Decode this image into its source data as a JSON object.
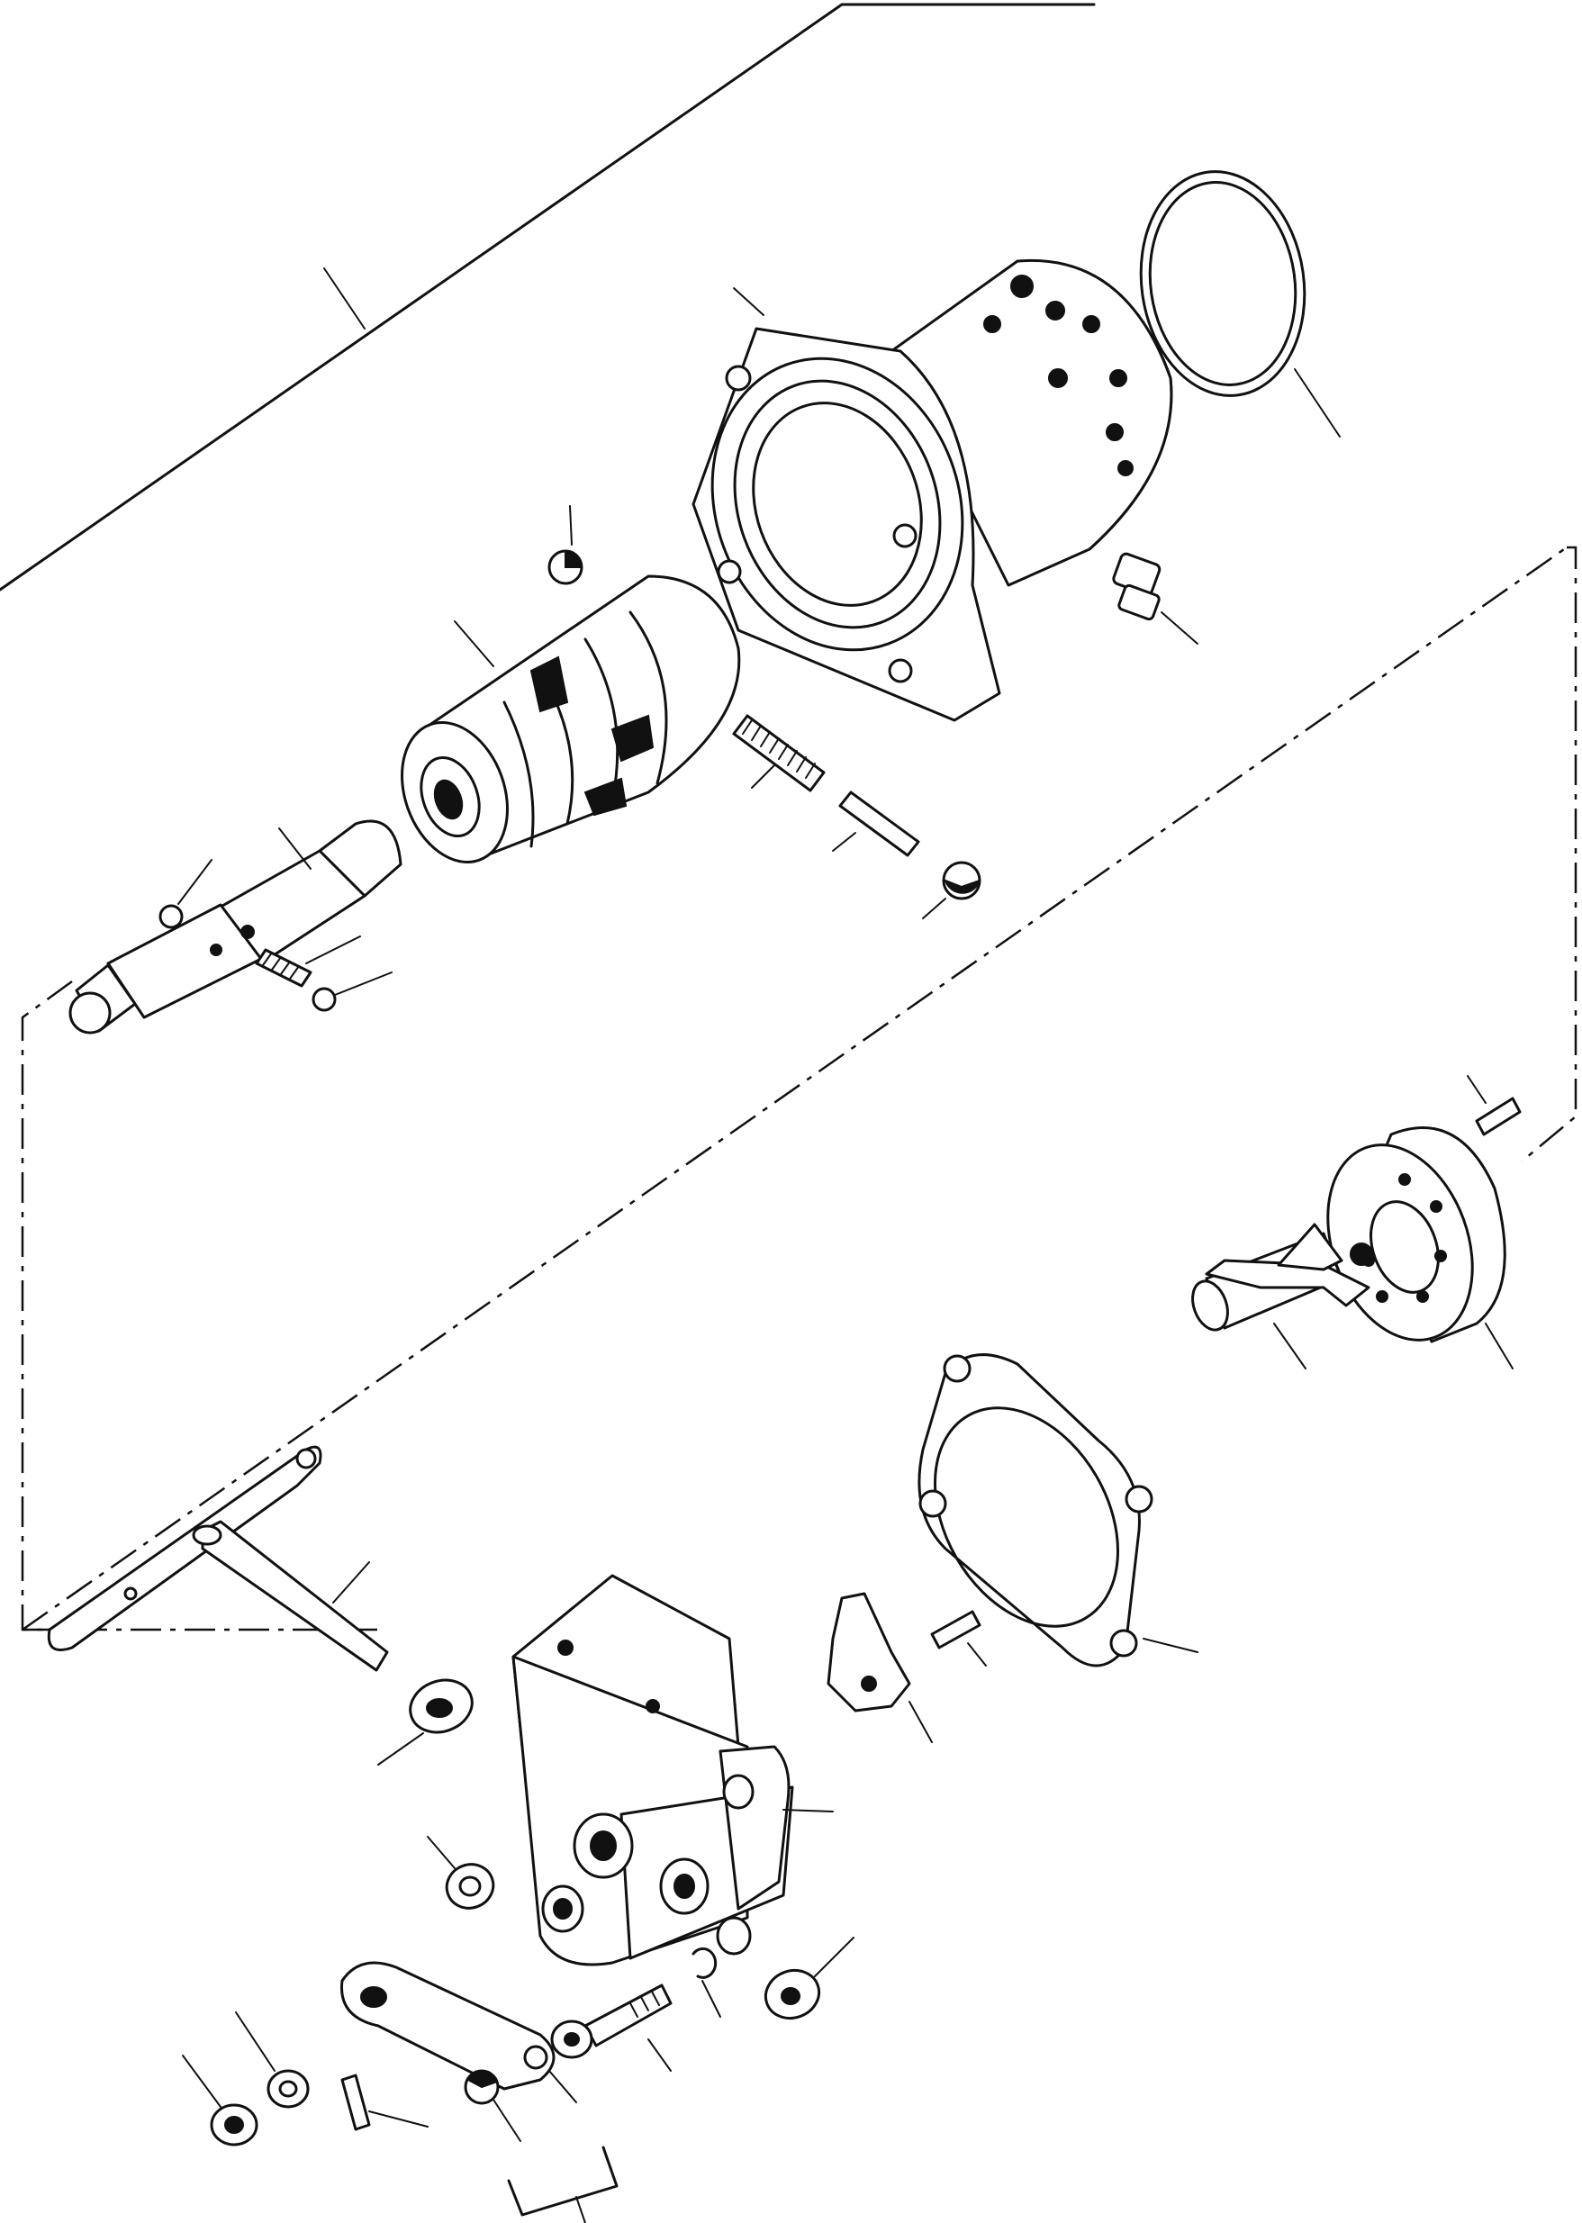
{
  "diagram": {
    "type": "exploded-parts-view",
    "labels_visible": false,
    "line_color": "#111111",
    "background_color": "#ffffff",
    "parts": [
      {
        "id": "housing",
        "icon": "flanged-cylindrical-housing-icon"
      },
      {
        "id": "o-ring",
        "icon": "o-ring-icon"
      },
      {
        "id": "plug-screw",
        "icon": "plug-screw-icon"
      },
      {
        "id": "valve-sleeve",
        "icon": "grooved-valve-sleeve-icon"
      },
      {
        "id": "ball-upper",
        "icon": "steel-ball-icon"
      },
      {
        "id": "spring-large",
        "icon": "coil-spring-icon"
      },
      {
        "id": "pin-guide",
        "icon": "guide-pin-icon"
      },
      {
        "id": "ball-right",
        "icon": "steel-ball-icon"
      },
      {
        "id": "spool-valve",
        "icon": "valve-spool-icon"
      },
      {
        "id": "ball-small-left",
        "icon": "steel-ball-icon"
      },
      {
        "id": "spring-small",
        "icon": "coil-spring-icon"
      },
      {
        "id": "ball-small-lower",
        "icon": "steel-ball-icon"
      },
      {
        "id": "roll-pin-top",
        "icon": "roll-pin-icon"
      },
      {
        "id": "flange-disc",
        "icon": "flange-disc-icon"
      },
      {
        "id": "fork-shaft",
        "icon": "fork-shaft-icon"
      },
      {
        "id": "gasket",
        "icon": "gasket-icon"
      },
      {
        "id": "lever-shaft",
        "icon": "lever-shaft-icon"
      },
      {
        "id": "bushing-left",
        "icon": "bushing-icon"
      },
      {
        "id": "cam-lever",
        "icon": "cam-lever-icon"
      },
      {
        "id": "roll-pin-center",
        "icon": "roll-pin-icon"
      },
      {
        "id": "valve-body",
        "icon": "valve-body-icon"
      },
      {
        "id": "seal-ring",
        "icon": "seal-ring-icon"
      },
      {
        "id": "snap-ring",
        "icon": "snap-ring-icon"
      },
      {
        "id": "bushing-right",
        "icon": "bushing-icon"
      },
      {
        "id": "cap-screw",
        "icon": "cap-screw-icon"
      },
      {
        "id": "arm-lever",
        "icon": "arm-lever-icon"
      },
      {
        "id": "ball-stud",
        "icon": "ball-stud-icon"
      },
      {
        "id": "washer",
        "icon": "washer-icon"
      },
      {
        "id": "nut",
        "icon": "nut-icon"
      },
      {
        "id": "roll-pin-bottom",
        "icon": "roll-pin-icon"
      }
    ]
  }
}
